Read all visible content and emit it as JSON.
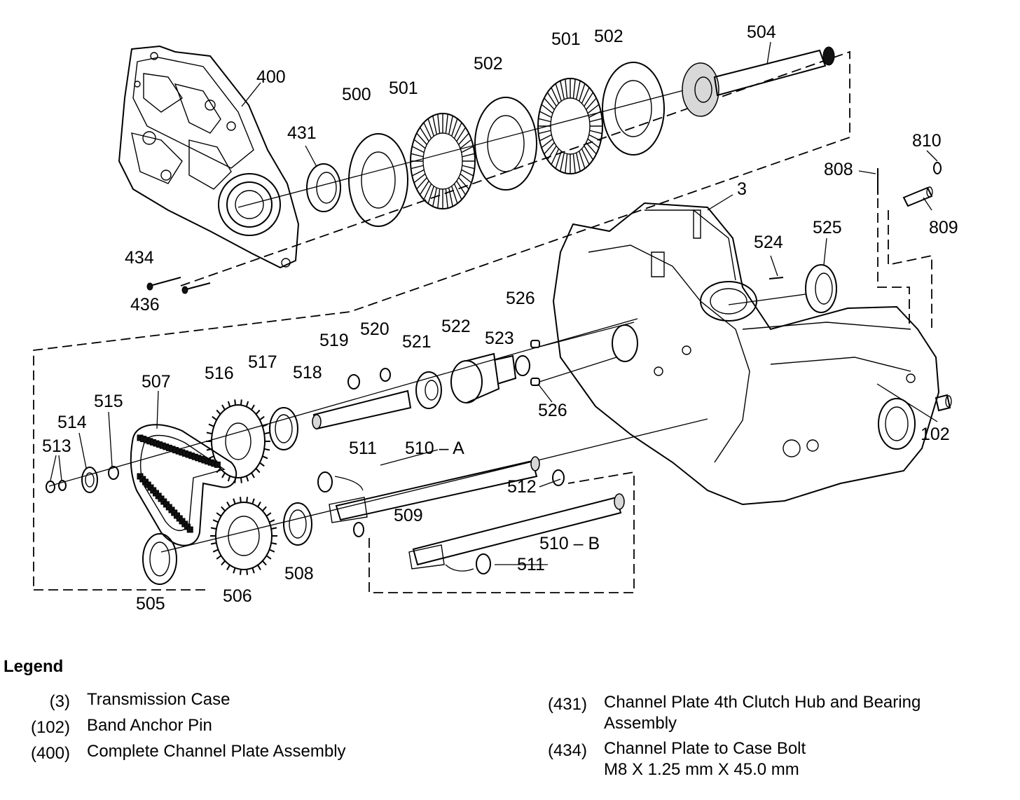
{
  "callouts": {
    "c400": "400",
    "c431": "431",
    "c500": "500",
    "c501a": "501",
    "c502a": "502",
    "c501b": "501",
    "c502b": "502",
    "c504": "504",
    "c434": "434",
    "c436": "436",
    "c3": "3",
    "c808": "808",
    "c810": "810",
    "c809": "809",
    "c524": "524",
    "c525": "525",
    "c526a": "526",
    "c526b": "526",
    "c523": "523",
    "c522": "522",
    "c521": "521",
    "c520": "520",
    "c519": "519",
    "c518": "518",
    "c517": "517",
    "c516": "516",
    "c507": "507",
    "c515": "515",
    "c514": "514",
    "c513": "513",
    "c511a": "511",
    "c510a": "510 – A",
    "c512": "512",
    "c509": "509",
    "c510b": "510 – B",
    "c511b": "511",
    "c505": "505",
    "c506": "506",
    "c508": "508",
    "c102": "102"
  },
  "legend": {
    "title": "Legend",
    "items": [
      {
        "num": "(3)",
        "text": "Transmission Case"
      },
      {
        "num": "(102)",
        "text": "Band Anchor Pin"
      },
      {
        "num": "(400)",
        "text": "Complete Channel Plate Assembly"
      },
      {
        "num": "(431)",
        "text": "Channel Plate 4th Clutch Hub and Bearing\nAssembly"
      },
      {
        "num": "(434)",
        "text": "Channel Plate to Case Bolt\nM8 X 1.25 mm X 45.0 mm"
      }
    ]
  }
}
